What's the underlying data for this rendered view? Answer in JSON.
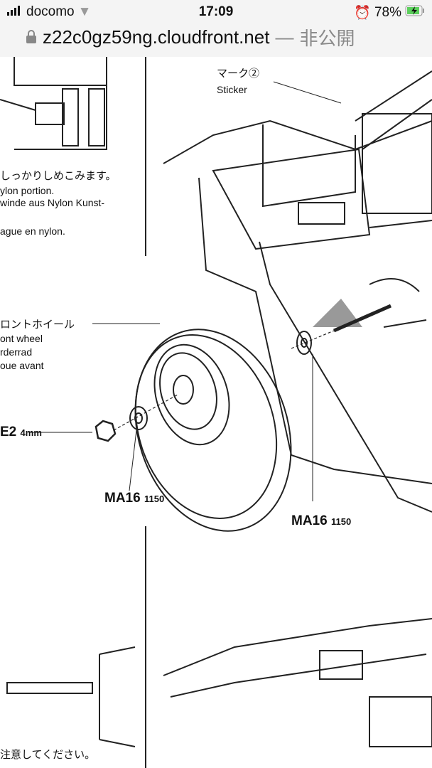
{
  "status_bar": {
    "carrier": "docomo",
    "time": "17:09",
    "battery": "78%"
  },
  "address_bar": {
    "domain": "z22c0gz59ng.cloudfront.net",
    "separator": "—",
    "privacy": "非公開"
  },
  "manual": {
    "sticker_jp": "マーク②",
    "sticker_en": "Sticker",
    "note_jp": "しっかりしめこみます。",
    "note_en": "ylon portion.",
    "note_de": "winde aus Nylon Kunst-",
    "note_fr": "ague en nylon.",
    "wheel_jp": "ロントホイール",
    "wheel_en": "ont wheel",
    "wheel_de": "rderrad",
    "wheel_fr": "oue avant",
    "nut_code": "E2",
    "nut_size": "4mm",
    "washer_left_code": "MA16",
    "washer_left_qty": "1150",
    "washer_right_code": "MA16",
    "washer_right_qty": "1150",
    "bottom_note_jp": "注意してください。"
  }
}
